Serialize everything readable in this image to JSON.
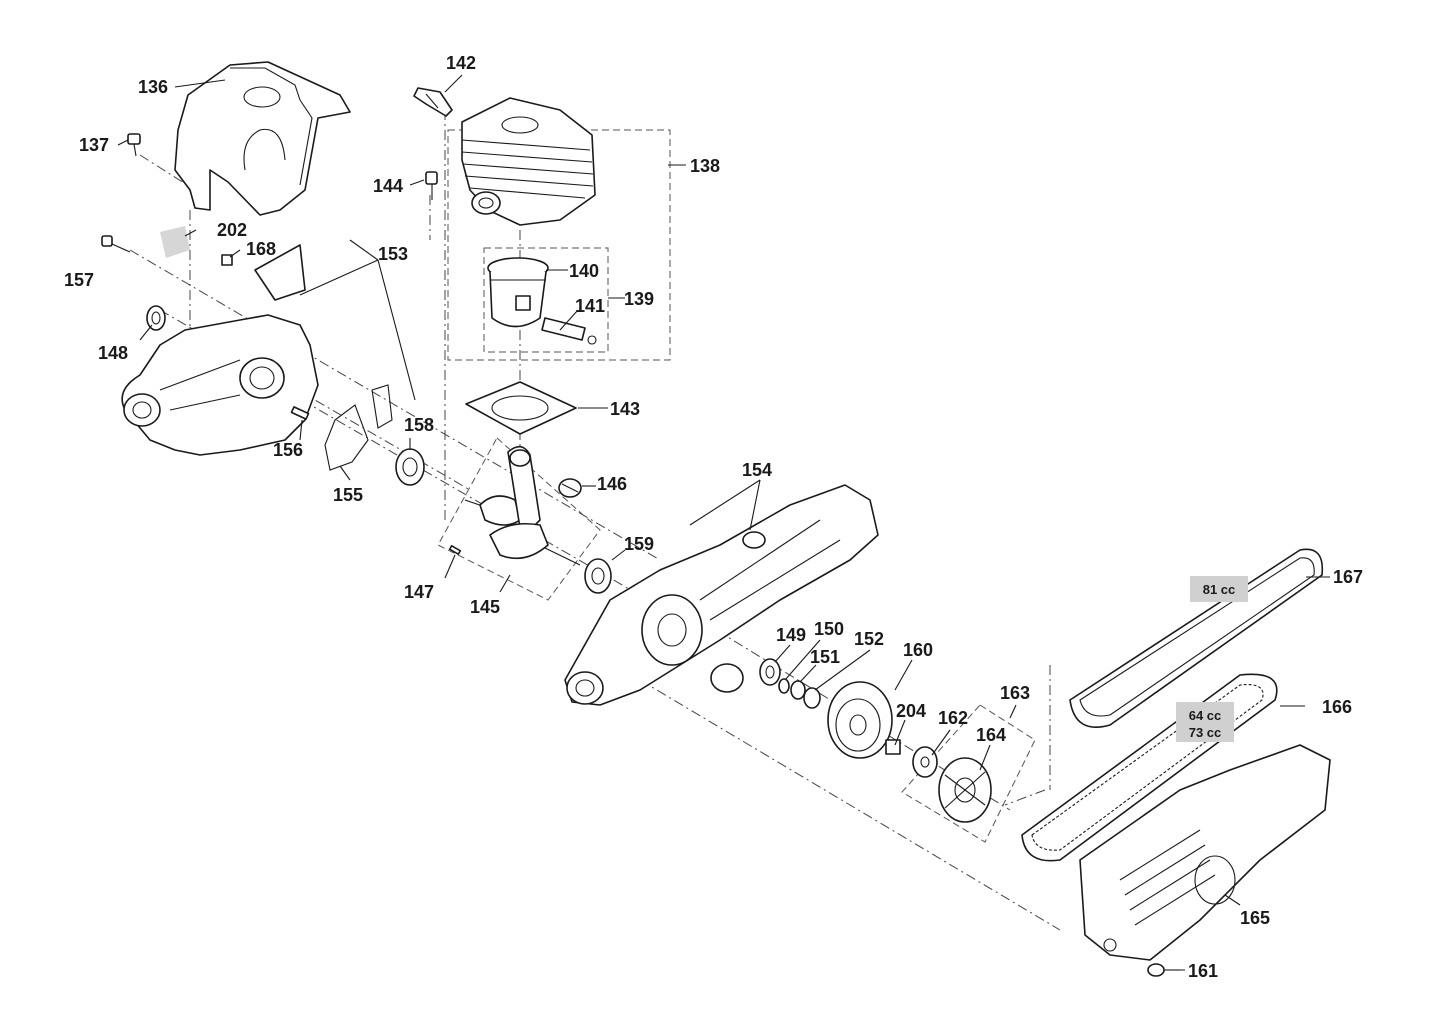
{
  "callouts": {
    "c136": "136",
    "c137": "137",
    "c142": "142",
    "c144": "144",
    "c138": "138",
    "c202": "202",
    "c168": "168",
    "c153": "153",
    "c157": "157",
    "c140": "140",
    "c141": "141",
    "c139": "139",
    "c148": "148",
    "c143": "143",
    "c158": "158",
    "c156": "156",
    "c155": "155",
    "c146": "146",
    "c154": "154",
    "c159": "159",
    "c147": "147",
    "c145": "145",
    "c149": "149",
    "c150": "150",
    "c151": "151",
    "c152": "152",
    "c160": "160",
    "c167": "167",
    "c163": "163",
    "c166": "166",
    "c204": "204",
    "c162": "162",
    "c164": "164",
    "c165": "165",
    "c161": "161"
  },
  "notes": {
    "belt_81": "81 cc",
    "belt_64": "64 cc",
    "belt_73": "73 cc"
  },
  "colors": {
    "line": "#1a1a1a",
    "note_fill": "#d0d0d0"
  }
}
